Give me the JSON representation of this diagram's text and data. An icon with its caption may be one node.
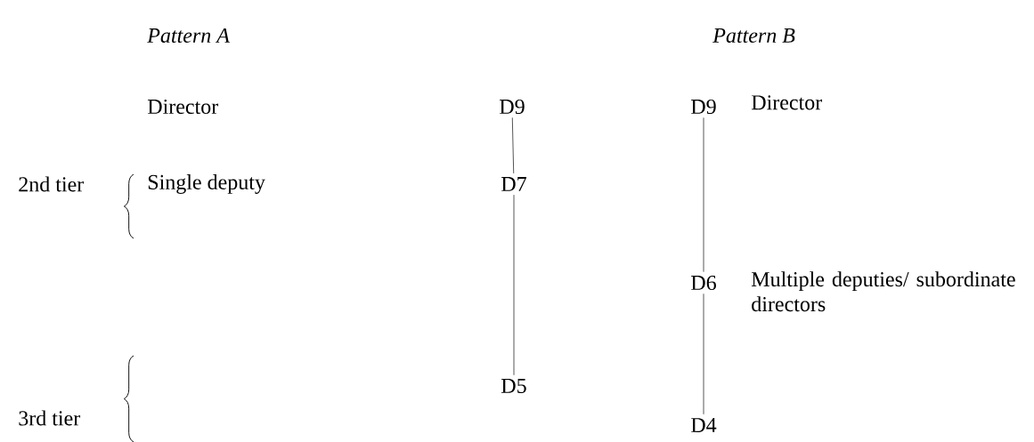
{
  "diagram": {
    "nodes": [
      {
        "text": [
          "D9"
        ]
      },
      {
        "text": [
          "D7"
        ]
      },
      {
        "text": [
          "D5"
        ]
      },
      {
        "text": [
          "D9"
        ],
        "beside": [
          "Director"
        ]
      },
      {
        "text": [
          "D6"
        ],
        "beside": [
          "Multiple deputies/ subordinate directors"
        ]
      },
      {
        "text": [
          "D4"
        ]
      }
    ],
    "edges": [
      {
        "from": 0,
        "to": 1,
        "arrow": "none"
      },
      {
        "from": 1,
        "to": 2,
        "arrow": "none"
      },
      {
        "from": 3,
        "to": 4,
        "arrow": "none"
      },
      {
        "from": 4,
        "to": 5,
        "arrow": "none"
      }
    ],
    "labels": [
      "Pattern A",
      "Pattern B",
      "Director",
      "2nd tier",
      "Single deputy",
      "3rd tier"
    ]
  }
}
